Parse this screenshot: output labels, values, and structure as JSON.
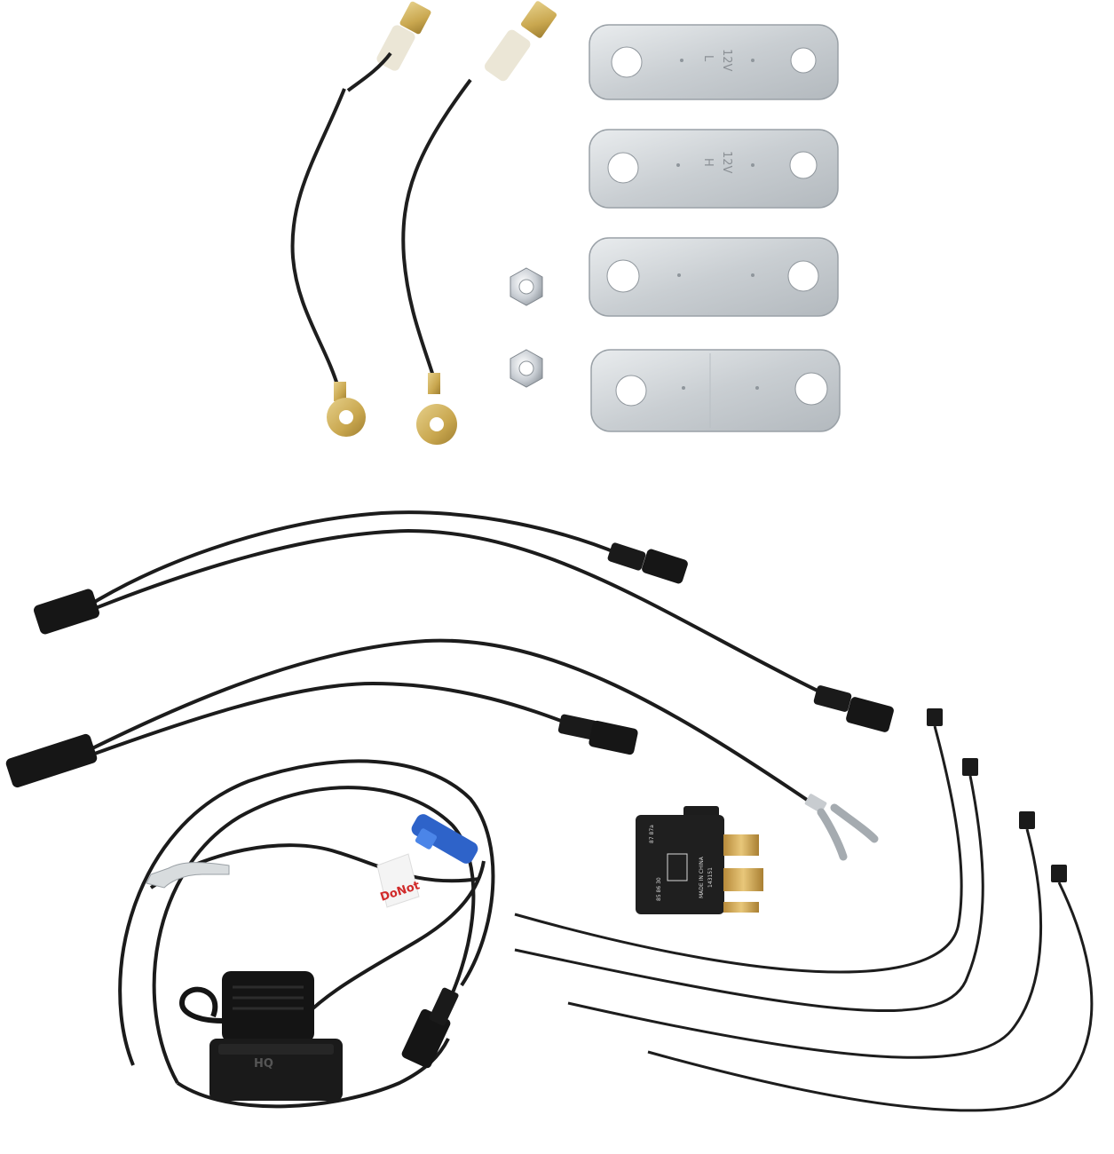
{
  "plates": [
    {
      "marking": "12V",
      "sub": "L"
    },
    {
      "marking": "12V",
      "sub": "H"
    },
    {
      "marking": "",
      "sub": ""
    },
    {
      "marking": "",
      "sub": ""
    }
  ],
  "relay": {
    "pins_top": "87 87a",
    "pins_bottom": "85  86  30",
    "made_in": "MADE IN CHINA",
    "code": "143151"
  },
  "fuse_holder": {
    "cover_mark": "HQ"
  },
  "tag": {
    "text": "DoNot"
  }
}
